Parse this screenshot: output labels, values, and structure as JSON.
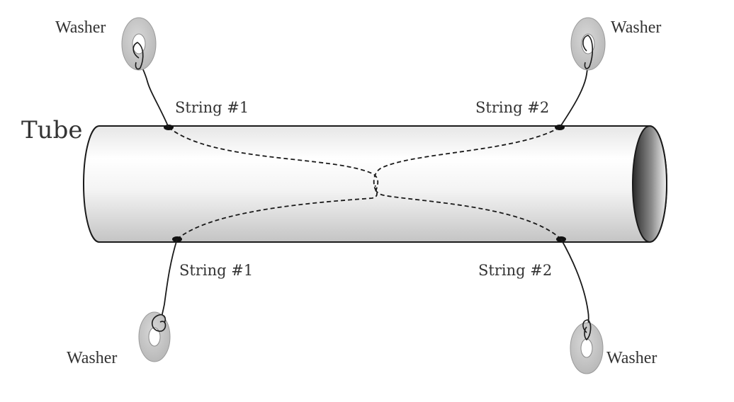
{
  "diagram": {
    "tube": {
      "label": "Tube"
    },
    "strings": [
      {
        "id": "s1-top",
        "label": "String #1"
      },
      {
        "id": "s2-top",
        "label": "String #2"
      },
      {
        "id": "s1-bottom",
        "label": "String #1"
      },
      {
        "id": "s2-bottom",
        "label": "String #2"
      }
    ],
    "washers": [
      {
        "id": "w-tl",
        "label": "Washer"
      },
      {
        "id": "w-tr",
        "label": "Washer"
      },
      {
        "id": "w-bl",
        "label": "Washer"
      },
      {
        "id": "w-br",
        "label": "Washer"
      }
    ]
  },
  "colors": {
    "outline": "#1a1a1a",
    "washer_gray": "#c8c8c8",
    "text": "#333333"
  }
}
